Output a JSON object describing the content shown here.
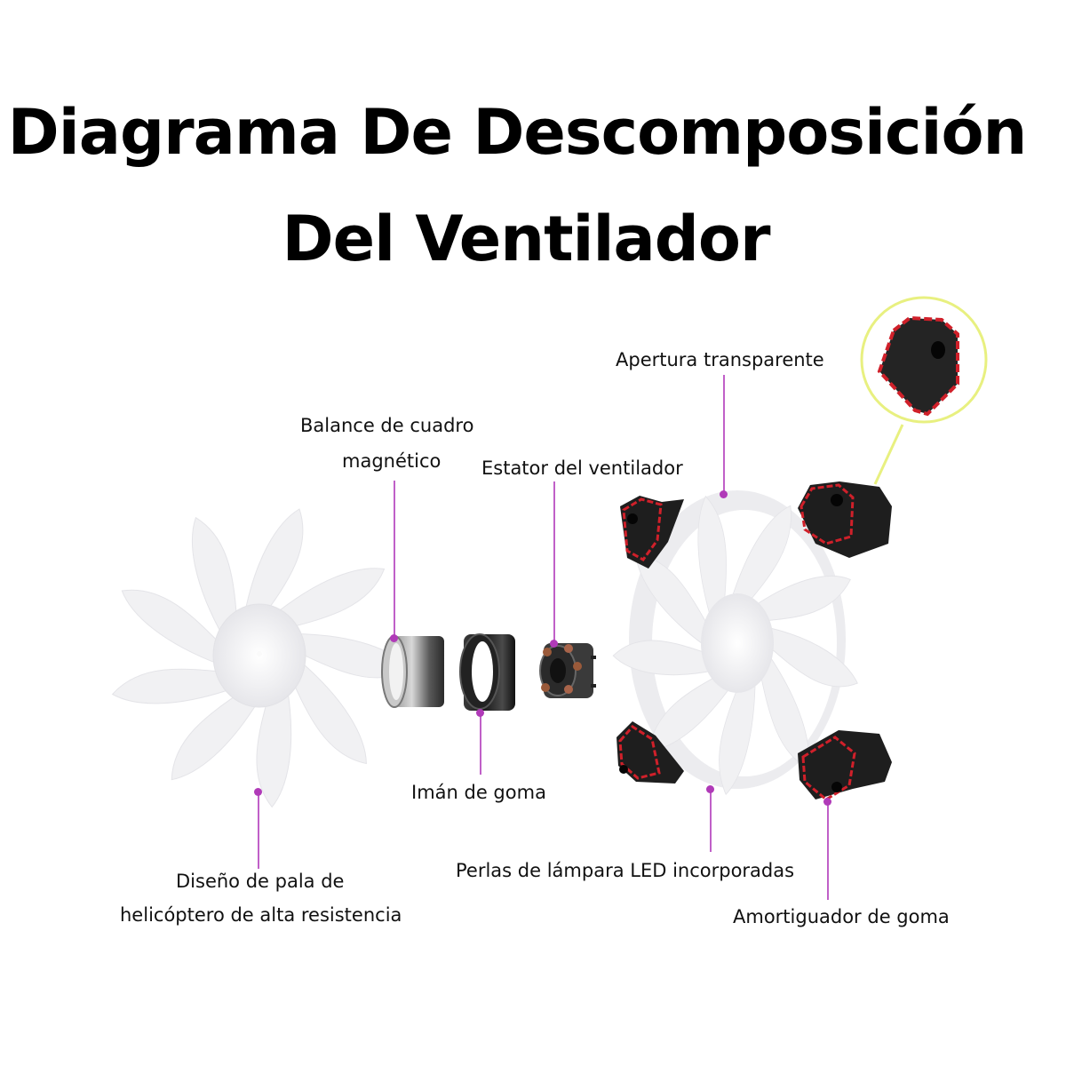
{
  "title": {
    "line1": "Diagrama De Descomposición",
    "line2": "Del Ventilador"
  },
  "labels": {
    "balance": {
      "line1": "Balance de cuadro",
      "line2": "magnético"
    },
    "stator": "Estator del ventilador",
    "aperture": "Apertura transparente",
    "rubber_magnet": "Imán de goma",
    "blade": {
      "line1": "Diseño de pala de",
      "line2": "helicóptero de alta resistencia"
    },
    "led": "Perlas de lámpara LED incorporadas",
    "damper": "Amortiguador de goma"
  },
  "components": [
    "fan-blade-impeller",
    "magnetic-balance-ring",
    "rubber-magnet-ring",
    "fan-stator",
    "assembled-fan-frame",
    "rubber-damper-zoom-callout"
  ],
  "colors": {
    "leader_line": "#c060c8",
    "leader_dot": "#b03ab8",
    "damper_black": "#1e1e1e",
    "damper_red_edge": "#d0202a",
    "callout_ring": "#e8f080",
    "fan_white": "#f2f2f4"
  }
}
